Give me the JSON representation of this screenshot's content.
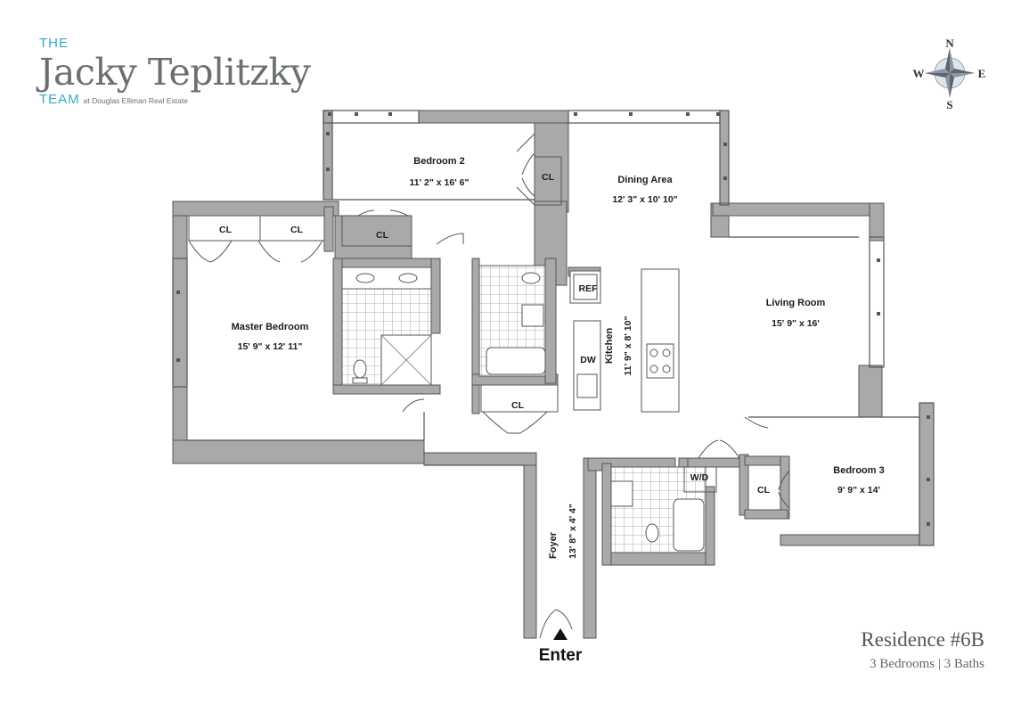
{
  "brand": {
    "the": "THE",
    "name": "Jacky Teplitzky",
    "team": "TEAM",
    "affiliation": "at Douglas Elliman Real Estate"
  },
  "compass": {
    "n": "N",
    "s": "S",
    "e": "E",
    "w": "W"
  },
  "rooms": {
    "bedroom2": {
      "name": "Bedroom 2",
      "size": "11' 2\" x 16' 6\""
    },
    "dining": {
      "name": "Dining Area",
      "size": "12' 3\" x 10' 10\""
    },
    "living": {
      "name": "Living Room",
      "size": "15' 9\" x 16'"
    },
    "master": {
      "name": "Master Bedroom",
      "size": "15' 9\" x 12' 11\""
    },
    "kitchen": {
      "name": "Kitchen",
      "size": "11' 9\" x 8' 10\""
    },
    "bedroom3": {
      "name": "Bedroom 3",
      "size": "9' 9\" x 14'"
    },
    "foyer": {
      "name": "Foyer",
      "size": "13' 8\" x 4' 4\""
    }
  },
  "fixtures": {
    "closet": "CL",
    "ref": "REF",
    "dw": "DW",
    "wd": "W/D"
  },
  "enter": "Enter",
  "residence": {
    "title": "Residence #6B",
    "summary": "3 Bedrooms | 3 Baths"
  }
}
